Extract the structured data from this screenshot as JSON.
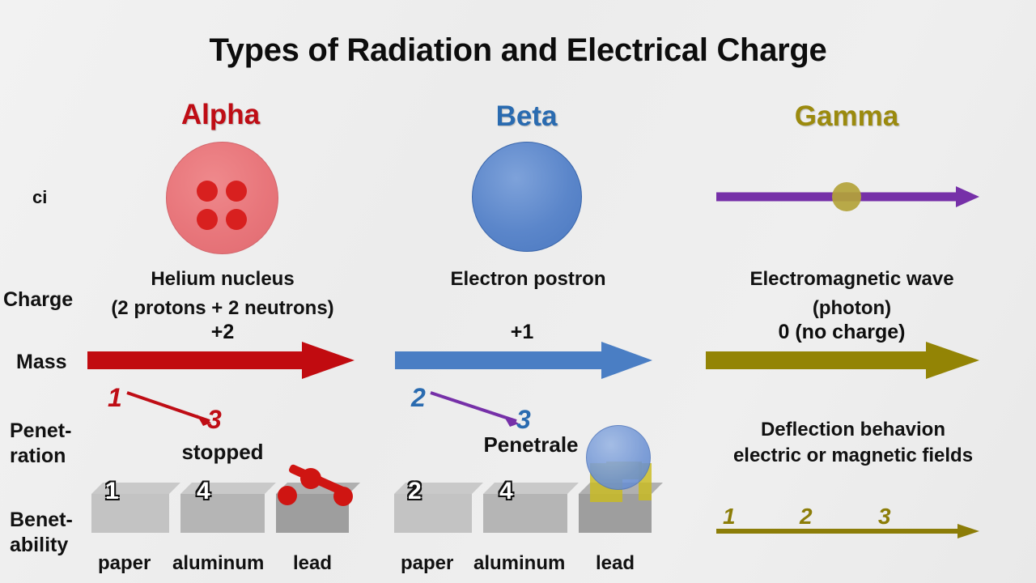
{
  "title": "Types of Radiation and Electrical Charge",
  "row_labels": {
    "ci": "ci",
    "charge": "Charge",
    "mass": "Mass",
    "penetration": "Penet-\nration",
    "penetration_l1": "Penet-",
    "penetration_l2": "ration",
    "benetability_l1": "Benet-",
    "benetability_l2": "ability"
  },
  "columns": {
    "alpha": {
      "heading": "Alpha",
      "color": "#bf0d15",
      "particle_icon": "helium-nucleus-circle",
      "description_l1": "Helium nucleus",
      "description_l2": "(2 protons + 2 neutrons)",
      "charge": "+2",
      "deflection_from": "1",
      "deflection_to": "3",
      "penetration_word": "stopped",
      "block_numbers": [
        "1",
        "4"
      ],
      "materials": [
        "paper",
        "aluminum",
        "lead"
      ]
    },
    "beta": {
      "heading": "Beta",
      "color": "#2a6bb0",
      "particle_icon": "electron-circle",
      "description_l1": "Electron postron",
      "charge": "+1",
      "deflection_from": "2",
      "deflection_to": "3",
      "penetration_word": "Penetrale",
      "block_numbers": [
        "2",
        "4"
      ],
      "materials": [
        "paper",
        "aluminum",
        "lead"
      ]
    },
    "gamma": {
      "heading": "Gamma",
      "color": "#9b8a0e",
      "particle_icon": "photon-wave-arrow",
      "description_l1": "Electromagnetic wave",
      "description_l2": "(photon)",
      "charge": "0 (no charge)",
      "deflection_l1": "Deflection behavion",
      "deflection_l2": "electric or magnetic fields",
      "scale_numbers": [
        "1",
        "2",
        "3"
      ]
    }
  },
  "colors": {
    "background": "#efefef",
    "alpha_red": "#bf0d15",
    "alpha_fill": "#e8767b",
    "proton_red": "#d8201f",
    "beta_blue": "#2a6bb0",
    "beta_fill": "#5b86ca",
    "gamma_olive": "#9b8a0e",
    "photon_purple": "#7630a8",
    "block_gray": "#b9b9b9",
    "text_black": "#111111"
  }
}
